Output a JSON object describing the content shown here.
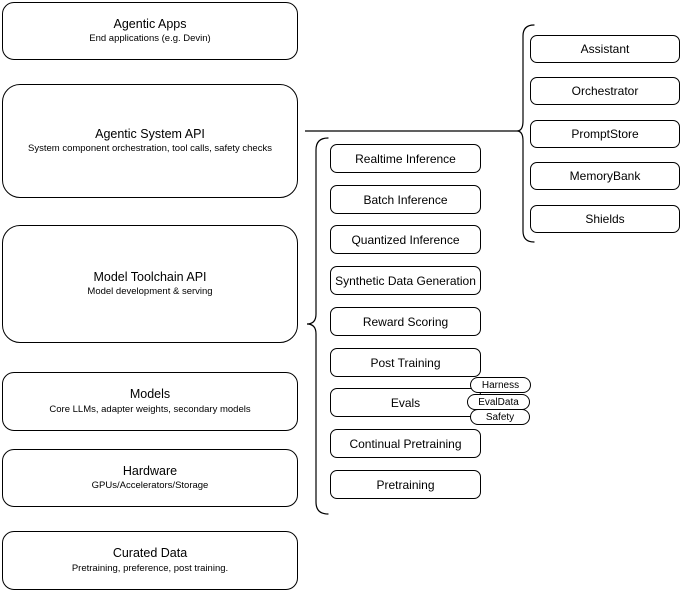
{
  "diagram": {
    "background": "#ffffff",
    "node_fill": "#ffffff",
    "stroke_color": "#000000",
    "left_stack": [
      {
        "title": "Agentic Apps",
        "subtitle": "End applications (e.g. Devin)"
      },
      {
        "title": "Agentic System API",
        "subtitle": "System component orchestration, tool calls, safety checks"
      },
      {
        "title": "Model Toolchain API",
        "subtitle": "Model development & serving"
      },
      {
        "title": "Models",
        "subtitle": "Core LLMs, adapter weights, secondary models"
      },
      {
        "title": "Hardware",
        "subtitle": "GPUs/Accelerators/Storage"
      },
      {
        "title": "Curated Data",
        "subtitle": "Pretraining, preference, post training."
      }
    ],
    "toolchain_services": [
      "Realtime Inference",
      "Batch Inference",
      "Quantized Inference",
      "Synthetic Data Generation",
      "Reward Scoring",
      "Post Training",
      "Evals",
      "Continual Pretraining",
      "Pretraining"
    ],
    "evals_tags": [
      "Harness",
      "EvalData",
      "Safety"
    ],
    "system_components": [
      "Assistant",
      "Orchestrator",
      "PromptStore",
      "MemoryBank",
      "Shields"
    ]
  }
}
